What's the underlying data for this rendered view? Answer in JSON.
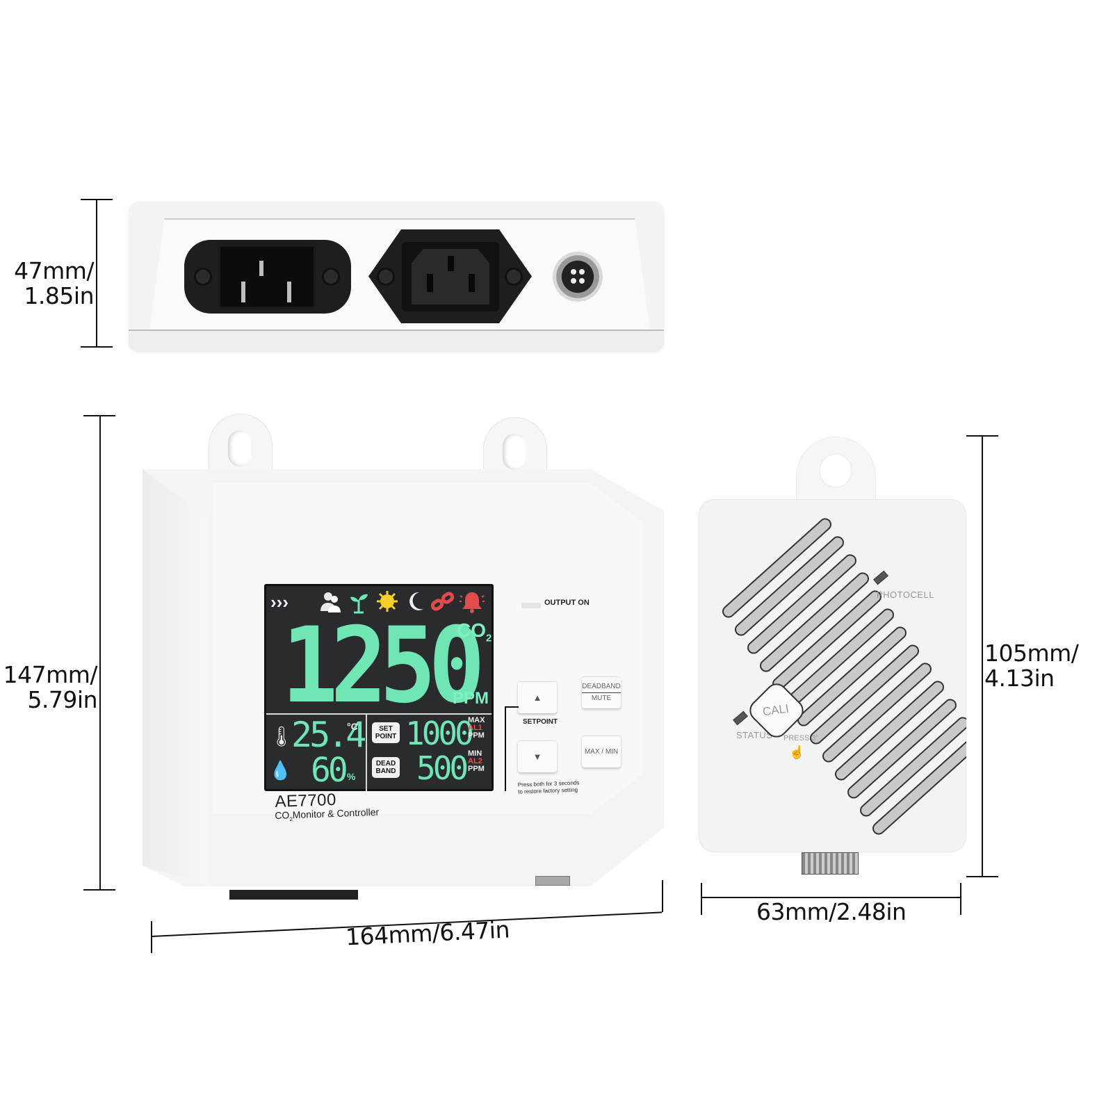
{
  "dimensions": {
    "top_height": {
      "mm": "47mm/",
      "in": "1.85in"
    },
    "controller_height": {
      "mm": "147mm/",
      "in": "5.79in"
    },
    "controller_width": "164mm/6.47in",
    "sensor_height": {
      "mm": "105mm/",
      "in": "4.13in"
    },
    "sensor_width": "63mm/2.48in"
  },
  "rear_panel": {
    "ports": [
      "iec-c14-inlet",
      "iec-c13-outlet",
      "4-pin-aviation-connector"
    ]
  },
  "controller": {
    "model": "AE7700",
    "subtitle_pre": "CO",
    "subtitle_sub": "2",
    "subtitle_post": "Monitor & Controller",
    "output_label": "OUTPUT ON",
    "setpoint_label": "SETPOINT",
    "press_both_note_1": "Press both for 3 seconds",
    "press_both_note_2": "to restore factory setting",
    "buttons": {
      "up": "▲",
      "down": "▼",
      "deadband": "DEADBAND",
      "mute": "MUTE",
      "maxmin": "MAX / MIN"
    },
    "lcd": {
      "icons": [
        {
          "name": "chevrons",
          "glyph": "›››",
          "color": "#f0f0f0"
        },
        {
          "name": "people",
          "glyph": "👥",
          "color": "#f0f0f0"
        },
        {
          "name": "sprout",
          "glyph": "🌱",
          "color": "#6fe6b4"
        },
        {
          "name": "sun",
          "glyph": "☀",
          "color": "#f4d12a"
        },
        {
          "name": "moon",
          "glyph": "☾",
          "color": "#f0f0f0"
        },
        {
          "name": "link",
          "glyph": "⛓",
          "color": "#e24b4b"
        },
        {
          "name": "alarm",
          "glyph": "🔔",
          "color": "#e24b4b"
        }
      ],
      "co2_value": "1250",
      "co2_label": "CO",
      "co2_sub": "2",
      "co2_unit": "PPM",
      "temperature": "25.4",
      "temperature_unit": "°C",
      "humidity": "60",
      "humidity_unit": "%",
      "setpoint_tag_1": "SET",
      "setpoint_tag_2": "POINT",
      "deadband_tag_1": "DEAD",
      "deadband_tag_2": "BAND",
      "setpoint_value": "1000",
      "deadband_value": "500",
      "max_label": "MAX",
      "al1_label": "AL1",
      "min_label": "MIN",
      "al2_label": "AL2",
      "ppm_label": "PPM"
    }
  },
  "sensor": {
    "photocell_label": "PHOTOCELL",
    "status_label": "STATUS",
    "cali_label": "CALI",
    "press_label": "PRESS 3\""
  },
  "colors": {
    "lcd_bg": "#2a2b2e",
    "lcd_digits": "#6fe6b4",
    "alarm_red": "#ff4a4a",
    "housing": "#f4f4f4"
  }
}
